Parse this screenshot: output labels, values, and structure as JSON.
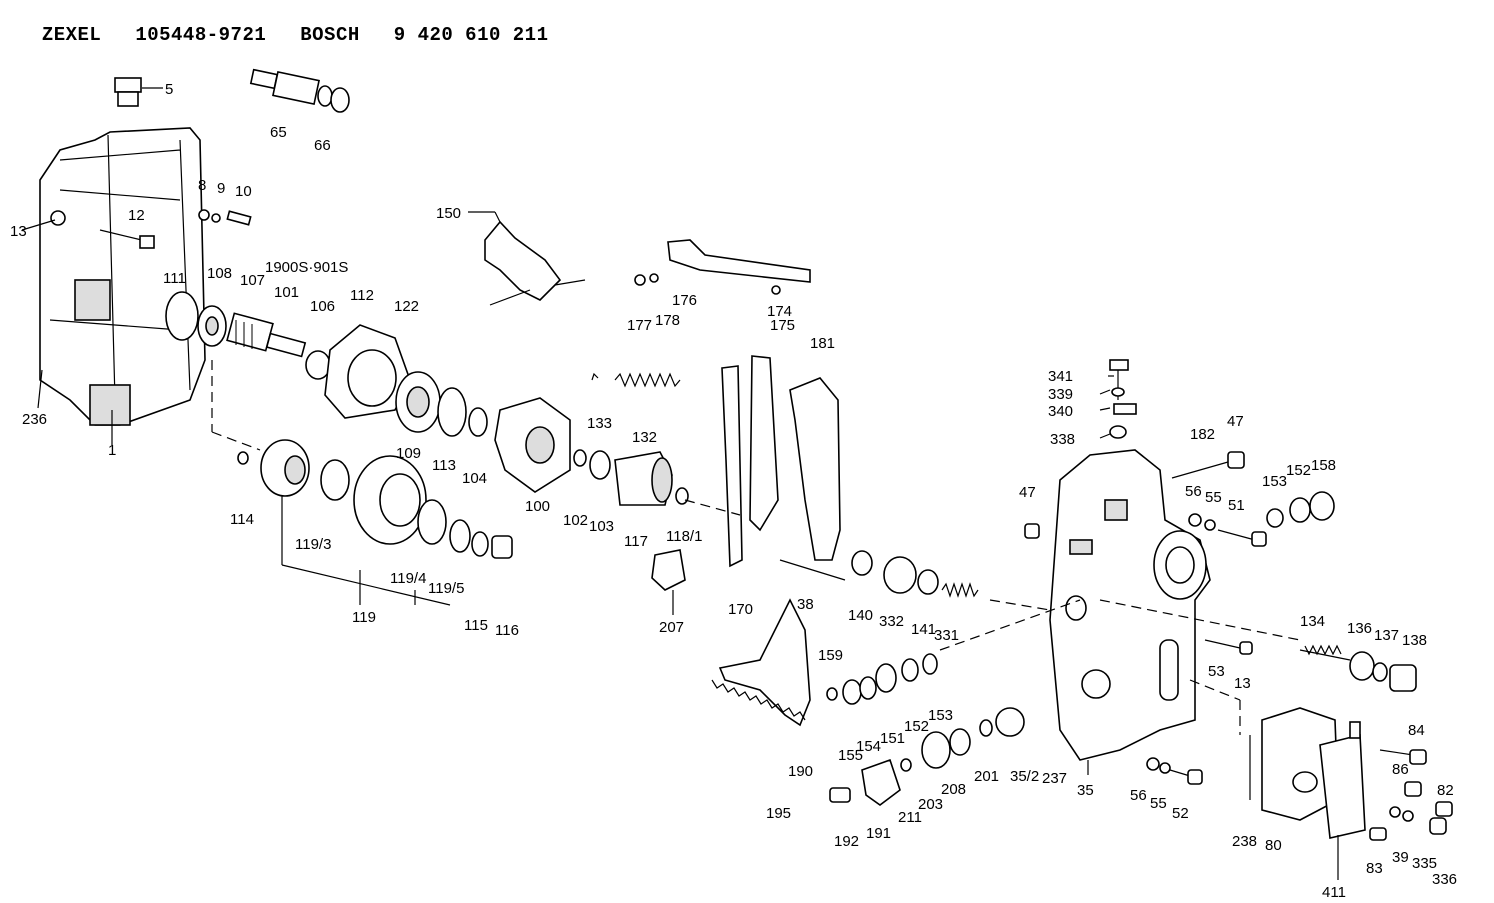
{
  "header": {
    "brand1": "ZEXEL",
    "part1": "105448-9721",
    "brand2": "BOSCH",
    "part2": "9 420 610 211"
  },
  "labels": [
    "5",
    "65",
    "66",
    "8",
    "9",
    "10",
    "13",
    "12",
    "150",
    "111",
    "108",
    "107",
    "1900S·901S",
    "101",
    "106",
    "112",
    "122",
    "177",
    "178",
    "176",
    "174",
    "175",
    "181",
    "341",
    "339",
    "340",
    "338",
    "182",
    "47",
    "236",
    "1",
    "109",
    "113",
    "104",
    "133",
    "132",
    "114",
    "119/3",
    "119",
    "119/4",
    "119/5",
    "115",
    "116",
    "100",
    "102",
    "103",
    "117",
    "118/1",
    "207",
    "170",
    "38",
    "140",
    "332",
    "141",
    "331",
    "47",
    "56",
    "55",
    "51",
    "153",
    "152",
    "158",
    "134",
    "136",
    "137",
    "138",
    "53",
    "13",
    "159",
    "155",
    "154",
    "151",
    "152",
    "153",
    "190",
    "195",
    "192",
    "191",
    "211",
    "203",
    "208",
    "201",
    "35/2",
    "237",
    "35",
    "56",
    "55",
    "52",
    "238",
    "80",
    "84",
    "86",
    "82",
    "83",
    "39",
    "335",
    "336",
    "411"
  ]
}
